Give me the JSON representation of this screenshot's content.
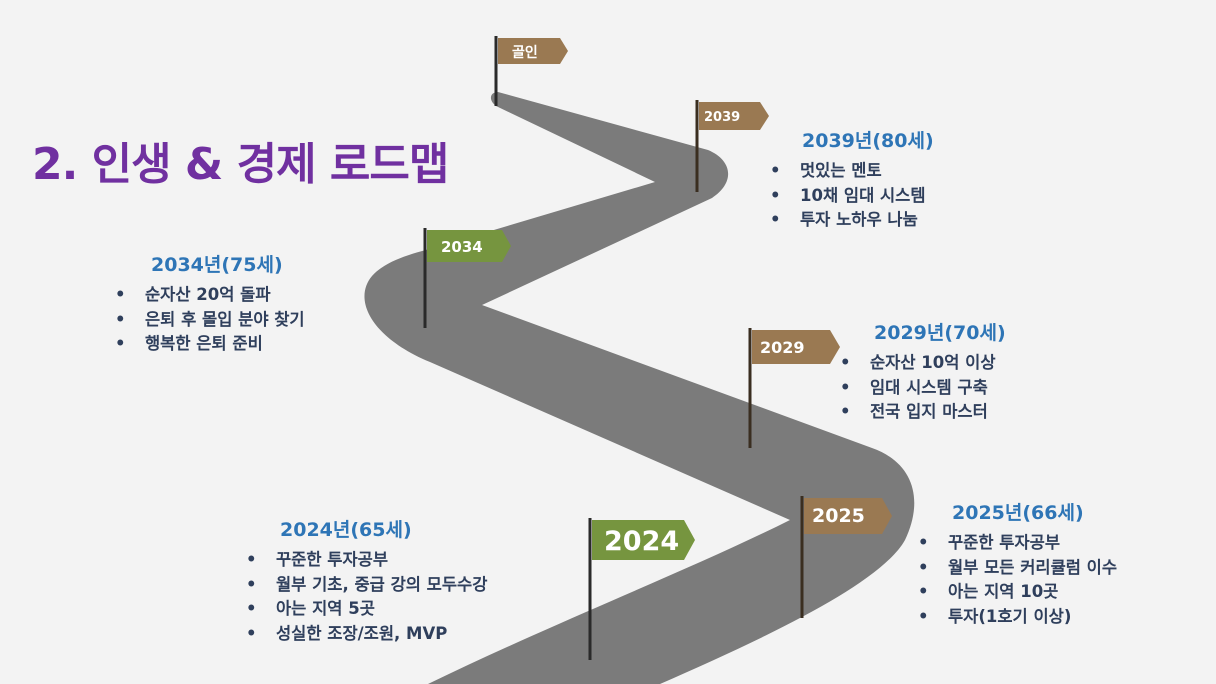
{
  "title": "2. 인생 & 경제 로드맵",
  "flags": [
    {
      "id": "goal",
      "label": "골인",
      "color": "#9a7952"
    },
    {
      "id": "2039",
      "label": "2039",
      "color": "#9a7952"
    },
    {
      "id": "2034",
      "label": "2034",
      "color": "#76953f"
    },
    {
      "id": "2029",
      "label": "2029",
      "color": "#9a7952"
    },
    {
      "id": "2025",
      "label": "2025",
      "color": "#9a7952"
    },
    {
      "id": "2024",
      "label": "2024",
      "color": "#76953f"
    }
  ],
  "milestones": [
    {
      "id": "m2039",
      "heading": "2039년(80세)",
      "items": [
        "멋있는 멘토",
        "10채 임대 시스템",
        "투자 노하우 나눔"
      ]
    },
    {
      "id": "m2034",
      "heading": "2034년(75세)",
      "items": [
        "순자산 20억 돌파",
        "은퇴 후 몰입 분야 찾기",
        "행복한 은퇴 준비"
      ]
    },
    {
      "id": "m2029",
      "heading": "2029년(70세)",
      "items": [
        "순자산 10억 이상",
        "임대 시스템 구축",
        "전국 입지 마스터"
      ]
    },
    {
      "id": "m2024",
      "heading": "2024년(65세)",
      "items": [
        "꾸준한 투자공부",
        "월부 기초, 중급 강의 모두수강",
        "아는 지역 5곳",
        "성실한 조장/조원, MVP"
      ]
    },
    {
      "id": "m2025",
      "heading": "2025년(66세)",
      "items": [
        "꾸준한 투자공부",
        "월부 모든 커리큘럼 이수",
        "아는 지역 10곳",
        "투자(1호기 이상)"
      ]
    }
  ],
  "colors": {
    "title": "#7030a0",
    "heading": "#2e75b6",
    "bullet_text": "#2f3f5c",
    "road": "#7b7b7b",
    "pole": "#2a2a2a"
  },
  "icons": [
    "road-path",
    "flag-icon"
  ]
}
